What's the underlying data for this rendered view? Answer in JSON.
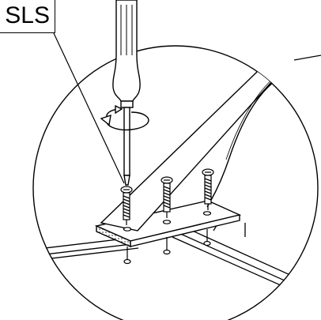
{
  "callout": {
    "label": "SLS",
    "color": "#000000"
  },
  "illustration": {
    "subject": "assembly-step-screw-bracket-to-frame",
    "background_color": "#ffffff",
    "line_color": "#000000",
    "screw_count": 3,
    "icons": [
      "screwdriver-icon",
      "rotate-arrow-icon"
    ]
  }
}
